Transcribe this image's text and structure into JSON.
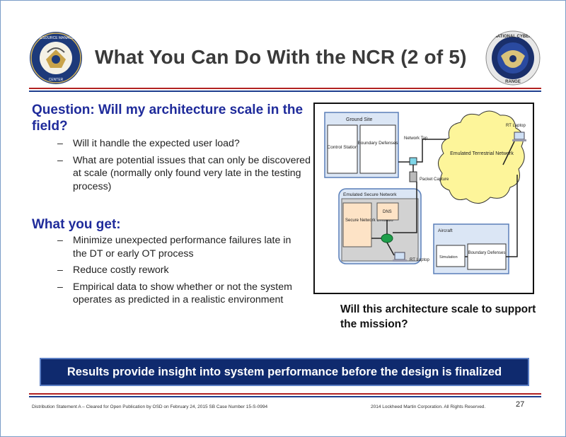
{
  "slide": {
    "title": "What You Can Do With the NCR (2 of 5)",
    "left_logo_text": "TEST RESOURCE MANAGEMENT CENTER",
    "right_logo_text": "NATIONAL CYBER RANGE",
    "question_heading": "Question: Will my architecture scale in the field?",
    "question_bullets": [
      "Will it handle the expected user load?",
      "What are potential issues that can only be discovered at scale (normally only found very late in the testing process)"
    ],
    "get_heading": "What you get:",
    "get_bullets": [
      "Minimize unexpected performance failures late in the DT or early OT process",
      "Reduce costly rework",
      "Empirical data to show whether or not the system operates as predicted in a realistic environment"
    ],
    "diagram": {
      "ground_site": "Ground Site",
      "control_station": "Control Station",
      "boundary_defenses": "Boundary Defenses",
      "network_tap": "Network Tap",
      "rt_laptop_top": "RT Laptop",
      "emulated_terrestrial": "Emulated Terrestrial Network",
      "packet_capture": "Packet Capture",
      "emulated_secure_network": "Emulated Secure Network",
      "secure_network_emulatio": "Secure Network Emulatio",
      "dns": "DNS",
      "rt_laptop_bottom": "RT Laptop",
      "aircraft": "Aircraft",
      "simulation": "Simulation",
      "aircraft_boundary_defenses": "Boundary Defenses"
    },
    "caption": "Will this architecture scale to support the mission?",
    "banner": "Results provide insight into system performance before the design is finalized",
    "footer_left": "Distribution Statement A – Cleared for Open Publication by OSD on February 24, 2015 SB Case Number 15-S-0994",
    "footer_right": "2014 Lockheed Martin Corporation. All Rights Reserved.",
    "page_number": "27",
    "colors": {
      "heading_blue": "#1f2b9b",
      "banner_navy": "#0f2a6e",
      "rule_red": "#b22222",
      "rule_blue": "#1f3f8f"
    }
  }
}
